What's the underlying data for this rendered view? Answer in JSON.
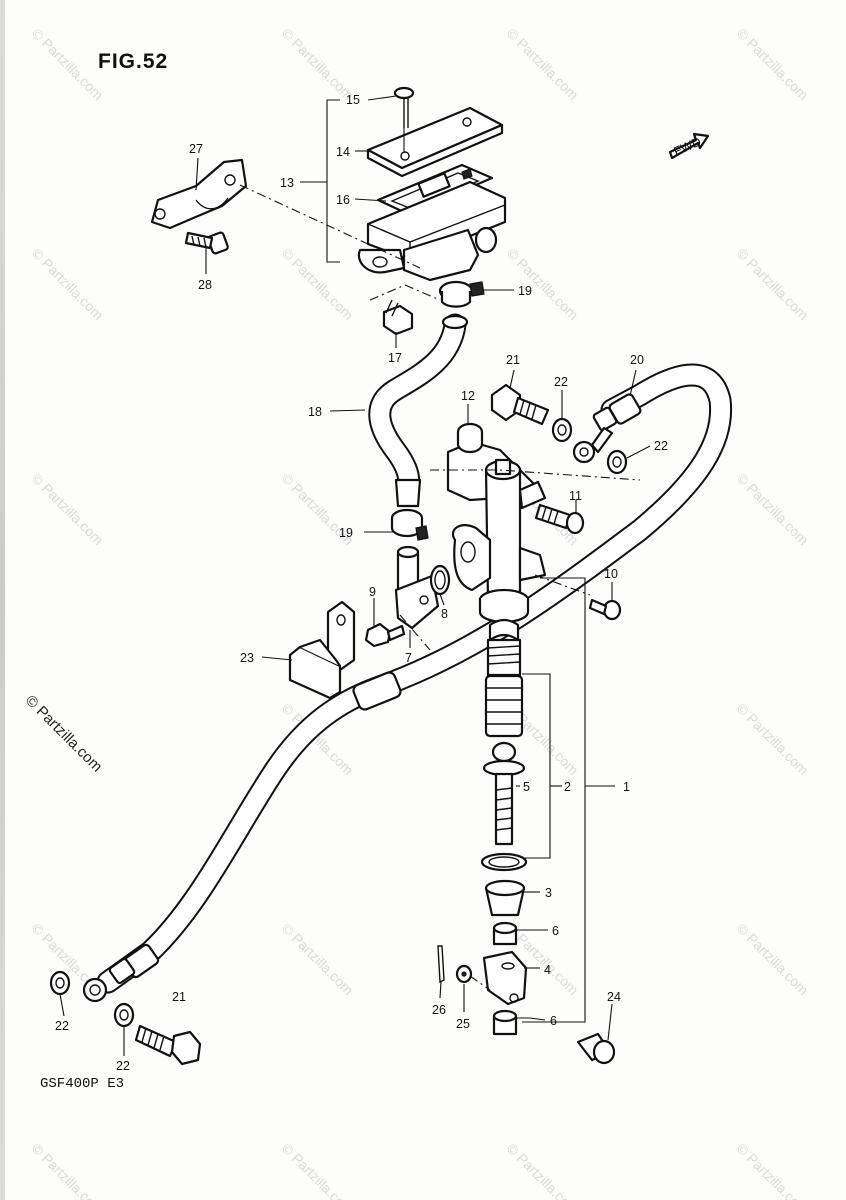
{
  "figure": {
    "title": "FIG.52",
    "model_code": "GSF400P E3"
  },
  "direction_label": "FWD",
  "watermark": {
    "text": "© Partzilla.com",
    "main_text": "© Partzilla.com"
  },
  "part_labels": [
    {
      "id": "15",
      "text": "15"
    },
    {
      "id": "14",
      "text": "14"
    },
    {
      "id": "27",
      "text": "27"
    },
    {
      "id": "13",
      "text": "13"
    },
    {
      "id": "16",
      "text": "16"
    },
    {
      "id": "28",
      "text": "28"
    },
    {
      "id": "19a",
      "text": "19"
    },
    {
      "id": "17",
      "text": "17"
    },
    {
      "id": "21a",
      "text": "21"
    },
    {
      "id": "22a",
      "text": "22"
    },
    {
      "id": "20",
      "text": "20"
    },
    {
      "id": "18",
      "text": "18"
    },
    {
      "id": "12",
      "text": "12"
    },
    {
      "id": "22b",
      "text": "22"
    },
    {
      "id": "11",
      "text": "11"
    },
    {
      "id": "19b",
      "text": "19"
    },
    {
      "id": "10",
      "text": "10"
    },
    {
      "id": "9",
      "text": "9"
    },
    {
      "id": "8",
      "text": "8"
    },
    {
      "id": "23",
      "text": "23"
    },
    {
      "id": "7",
      "text": "7"
    },
    {
      "id": "5",
      "text": "5"
    },
    {
      "id": "2",
      "text": "2"
    },
    {
      "id": "1",
      "text": "1"
    },
    {
      "id": "3",
      "text": "3"
    },
    {
      "id": "6a",
      "text": "6"
    },
    {
      "id": "4",
      "text": "4"
    },
    {
      "id": "21b",
      "text": "21"
    },
    {
      "id": "24",
      "text": "24"
    },
    {
      "id": "26",
      "text": "26"
    },
    {
      "id": "25",
      "text": "25"
    },
    {
      "id": "6b",
      "text": "6"
    },
    {
      "id": "22c",
      "text": "22"
    },
    {
      "id": "22d",
      "text": "22"
    }
  ]
}
